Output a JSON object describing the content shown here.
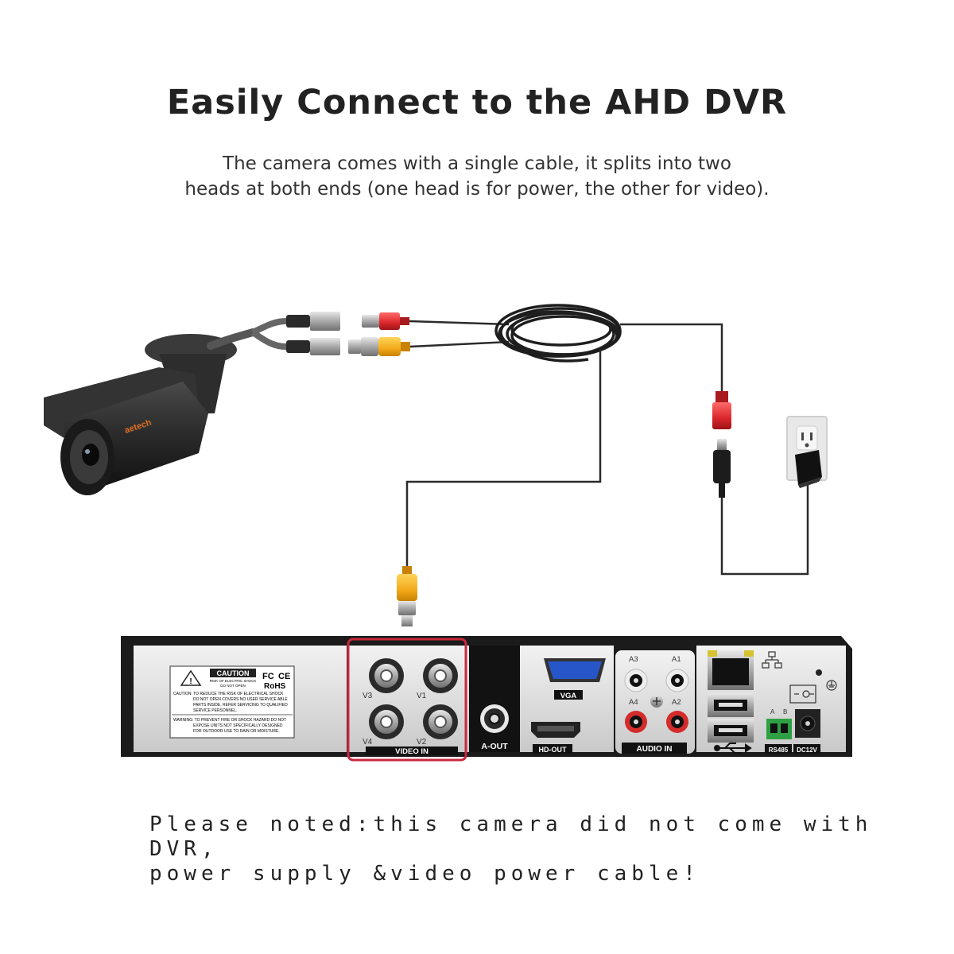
{
  "title": "Easily Connect to the AHD DVR",
  "subtitle": {
    "line1": "The camera comes with a single cable, it splits into two",
    "line2": "heads at both ends (one head is for power, the other for video)."
  },
  "camera": {
    "brand": "aetech"
  },
  "dvr": {
    "caution_title": "CAUTION",
    "caution_small": "RISK OF ELECTRIC SHOCK",
    "caution_small2": "DO NOT OPEN",
    "cert_fc": "FC",
    "cert_ce": "CE",
    "cert_rohs": "RoHS",
    "caution_text": [
      "CAUTION: TO REDUCE THE RISK OF ELECTRICAL SHOCK",
      "DO NOT OPEN COVERS NO USER SERVICE ABLE",
      "PARTS INSIDE. REFER SERVICING TO QUALIFIED",
      "SERVICE PERSONNEL."
    ],
    "warning_text": [
      "WARNING: TO PREVENT FIRE OR SHOCK HAZARD DO NOT",
      "EXPOSE UNITS NOT SPECIFICALLY DESIGNED",
      "FOR OUTDOOR USE TO RAIN OR MOISTURE."
    ],
    "video_labels": {
      "v1": "V1",
      "v2": "V2",
      "v3": "V3",
      "v4": "V4",
      "group": "VIDEO IN"
    },
    "aout_label": "A-OUT",
    "vga_label": "VGA",
    "hdout_label": "HD-OUT",
    "audio_labels": {
      "a1": "A1",
      "a2": "A2",
      "a3": "A3",
      "a4": "A4",
      "group": "AUDIO IN"
    },
    "rs485_a": "A",
    "rs485_b": "B",
    "rs485_label": "RS485",
    "dc_label": "DC12V",
    "highlight_color": "#c8283c"
  },
  "note": {
    "line1": "Please noted:this camera did not come with DVR,",
    "line2": "power supply &video power cable!"
  },
  "colors": {
    "bnc_yellow": "#f2b01e",
    "power_red": "#d9262b",
    "cable": "#2b2b2b"
  }
}
